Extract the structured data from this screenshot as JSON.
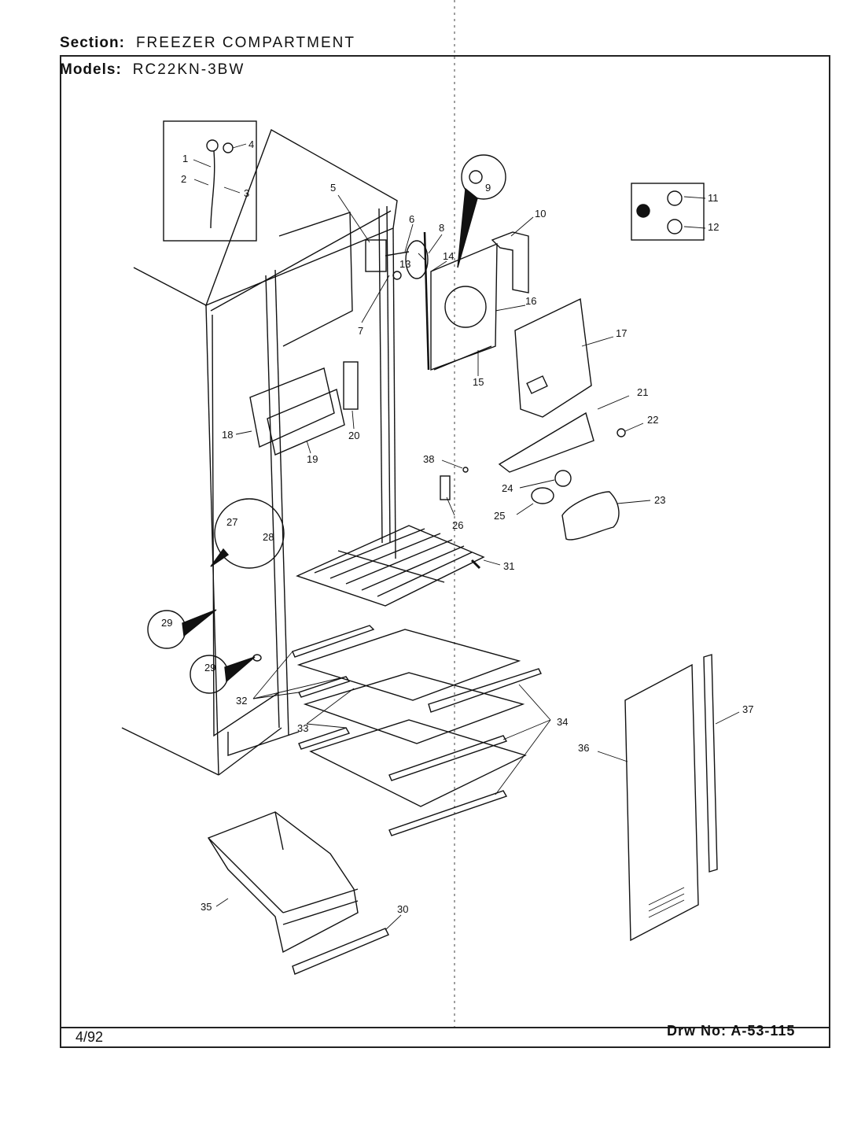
{
  "header": {
    "section_label": "Section:",
    "section_value": "FREEZER COMPARTMENT",
    "models_label": "Models:",
    "models_value": "RC22KN-3BW"
  },
  "footer": {
    "date": "4/92",
    "drawing_label": "Drw No:",
    "drawing_number": "A-53-115"
  },
  "callouts": [
    "1",
    "2",
    "3",
    "4",
    "5",
    "6",
    "7",
    "8",
    "9",
    "10",
    "11",
    "12",
    "13",
    "14",
    "15",
    "16",
    "17",
    "18",
    "19",
    "20",
    "21",
    "22",
    "23",
    "24",
    "25",
    "26",
    "27",
    "28",
    "29",
    "29",
    "30",
    "31",
    "32",
    "33",
    "34",
    "35",
    "36",
    "37",
    "38"
  ],
  "colors": {
    "line": "#111111",
    "paper": "#ffffff"
  }
}
